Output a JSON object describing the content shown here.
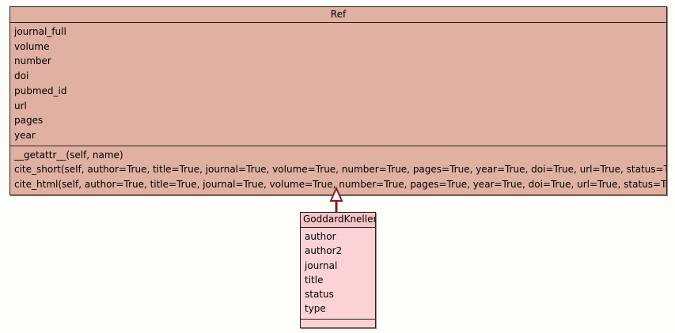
{
  "diagram": {
    "type": "uml-class-diagram",
    "background_color": "#fdfdfa",
    "classes": [
      {
        "id": "ref",
        "name": "Ref",
        "fill_color": "#e0b0a2",
        "header_color": "#e0b0a2",
        "border_color": "#2b2018",
        "title_align": "center",
        "attributes": [
          "journal_full",
          "volume",
          "number",
          "doi",
          "pubmed_id",
          "url",
          "pages",
          "year"
        ],
        "methods": [
          "__getattr__(self, name)",
          "cite_short(self, author=True, title=True, journal=True, volume=True, number=True, pages=True, year=True, doi=True, url=True, status=True)",
          "cite_html(self, author=True, title=True, journal=True, volume=True, number=True, pages=True, year=True, doi=True, url=True, status=True)"
        ]
      },
      {
        "id": "goddardkneller",
        "name": "GoddardKneller",
        "fill_color": "#fbd3d6",
        "header_color": "#f6c3c7",
        "border_color": "#2b2018",
        "title_align": "left",
        "attributes": [
          "author",
          "author2",
          "journal",
          "title",
          "status",
          "type"
        ],
        "methods": []
      }
    ],
    "relationships": [
      {
        "id": "generalization-ref-goddardkneller",
        "kind": "generalization",
        "from": "GoddardKneller",
        "to": "Ref",
        "line_color": "#8b1a1a",
        "arrow_fill": "#fdfdfa",
        "arrow_head": "hollow-triangle"
      }
    ]
  }
}
